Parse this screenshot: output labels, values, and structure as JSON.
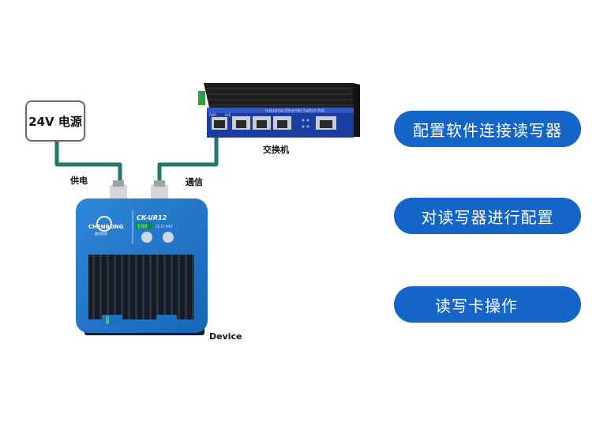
{
  "power_supply": {
    "label": "24V 电源"
  },
  "labels": {
    "power": "供电",
    "comm": "通信",
    "switch": "交换机",
    "device": "Device"
  },
  "switch_device": {
    "header_text": "Industrial Ethernet Switch PoE",
    "port_labels": [
      "PWR",
      "PoE"
    ]
  },
  "reader_device": {
    "brand": "CHENBONG",
    "brand_sub": "晨控智能",
    "model": "CK-UR12",
    "display": "E00",
    "cert_marks": "CE FC IP67"
  },
  "actions": [
    {
      "label": "配置软件连接读写器"
    },
    {
      "label": "对读写器进行配置"
    },
    {
      "label": "读写卡操作"
    }
  ],
  "colors": {
    "cable": "#1f7a6a",
    "reader_blue": "#1c71c6",
    "button_blue": "#1565c8",
    "switch_panel": "#1a3da0"
  }
}
